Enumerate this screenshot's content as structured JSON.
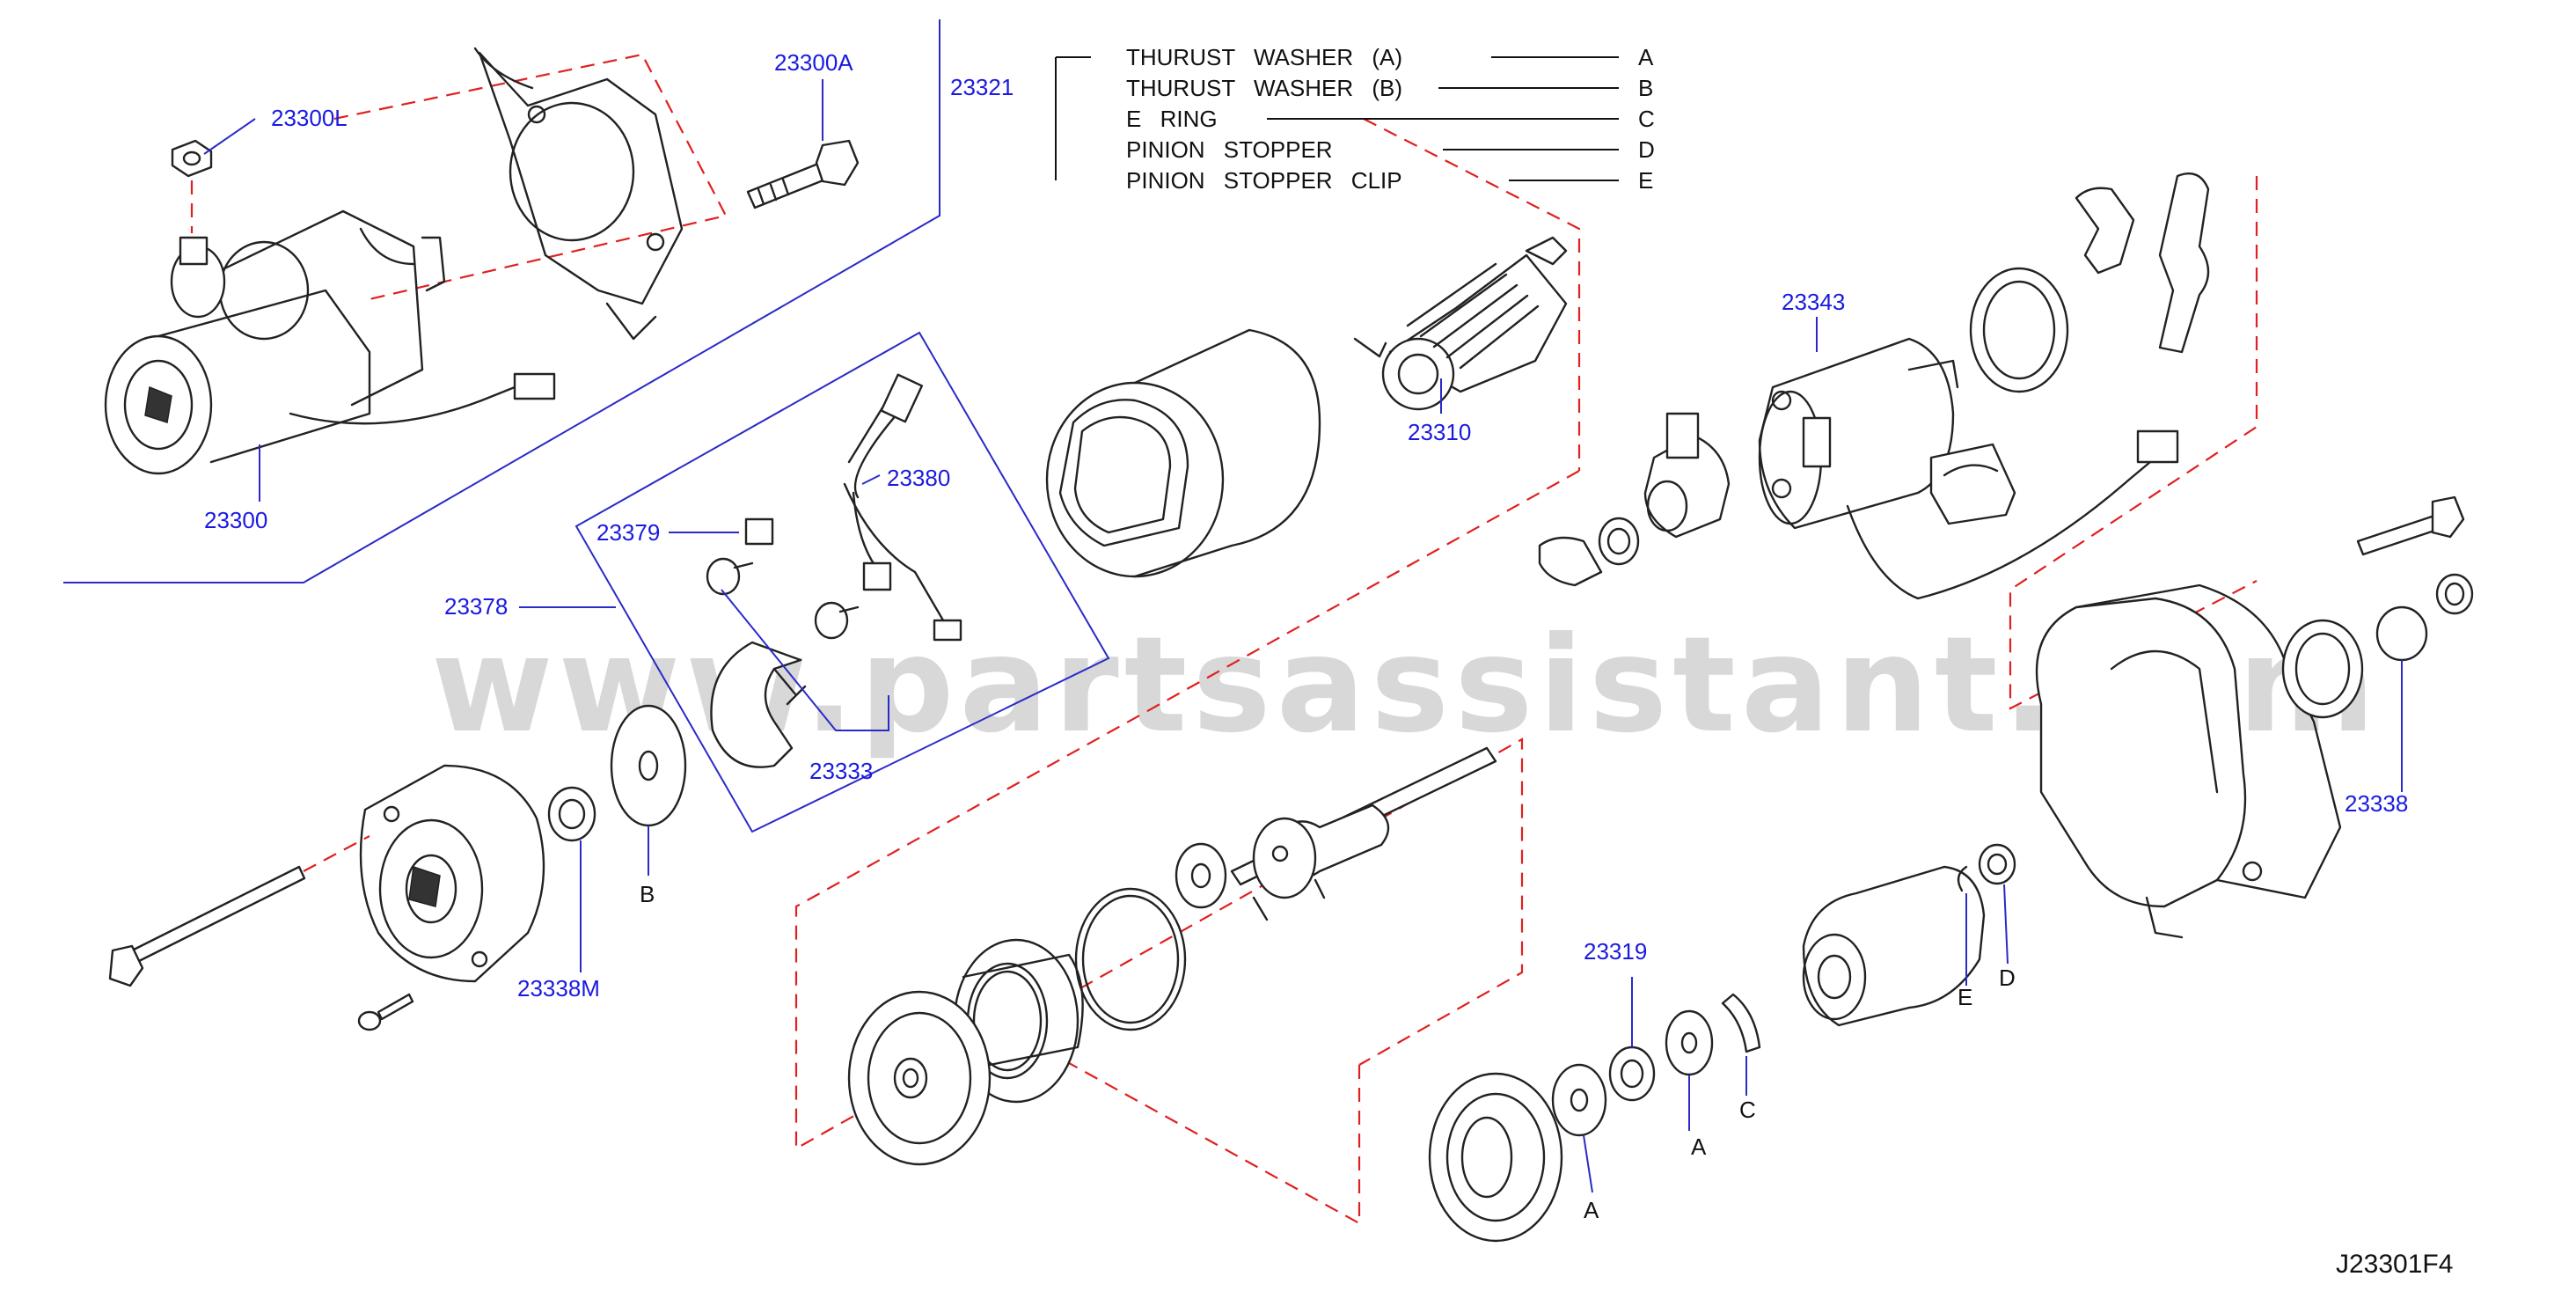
{
  "watermark": "www.partsassistant.com",
  "diagram_code": "J23301F4",
  "legend": {
    "group_code": "23321",
    "items": [
      {
        "name": "THURUST  WASHER  (A)",
        "key": "A"
      },
      {
        "name": "THURUST  WASHER  (B)",
        "key": "B"
      },
      {
        "name": "E  RING",
        "key": "C"
      },
      {
        "name": "PINION  STOPPER",
        "key": "D"
      },
      {
        "name": "PINION  STOPPER  CLIP",
        "key": "E"
      }
    ]
  },
  "callouts": {
    "p23300": "23300",
    "p23300L": "23300L",
    "p23300A": "23300A",
    "p23310": "23310",
    "p23343": "23343",
    "p23380": "23380",
    "p23379": "23379",
    "p23378": "23378",
    "p23333": "23333",
    "p23338M": "23338M",
    "p23338": "23338",
    "p23319": "23319",
    "letter_B": "B",
    "letter_A1": "A",
    "letter_A2": "A",
    "letter_C": "C",
    "letter_E": "E",
    "letter_D": "D"
  }
}
